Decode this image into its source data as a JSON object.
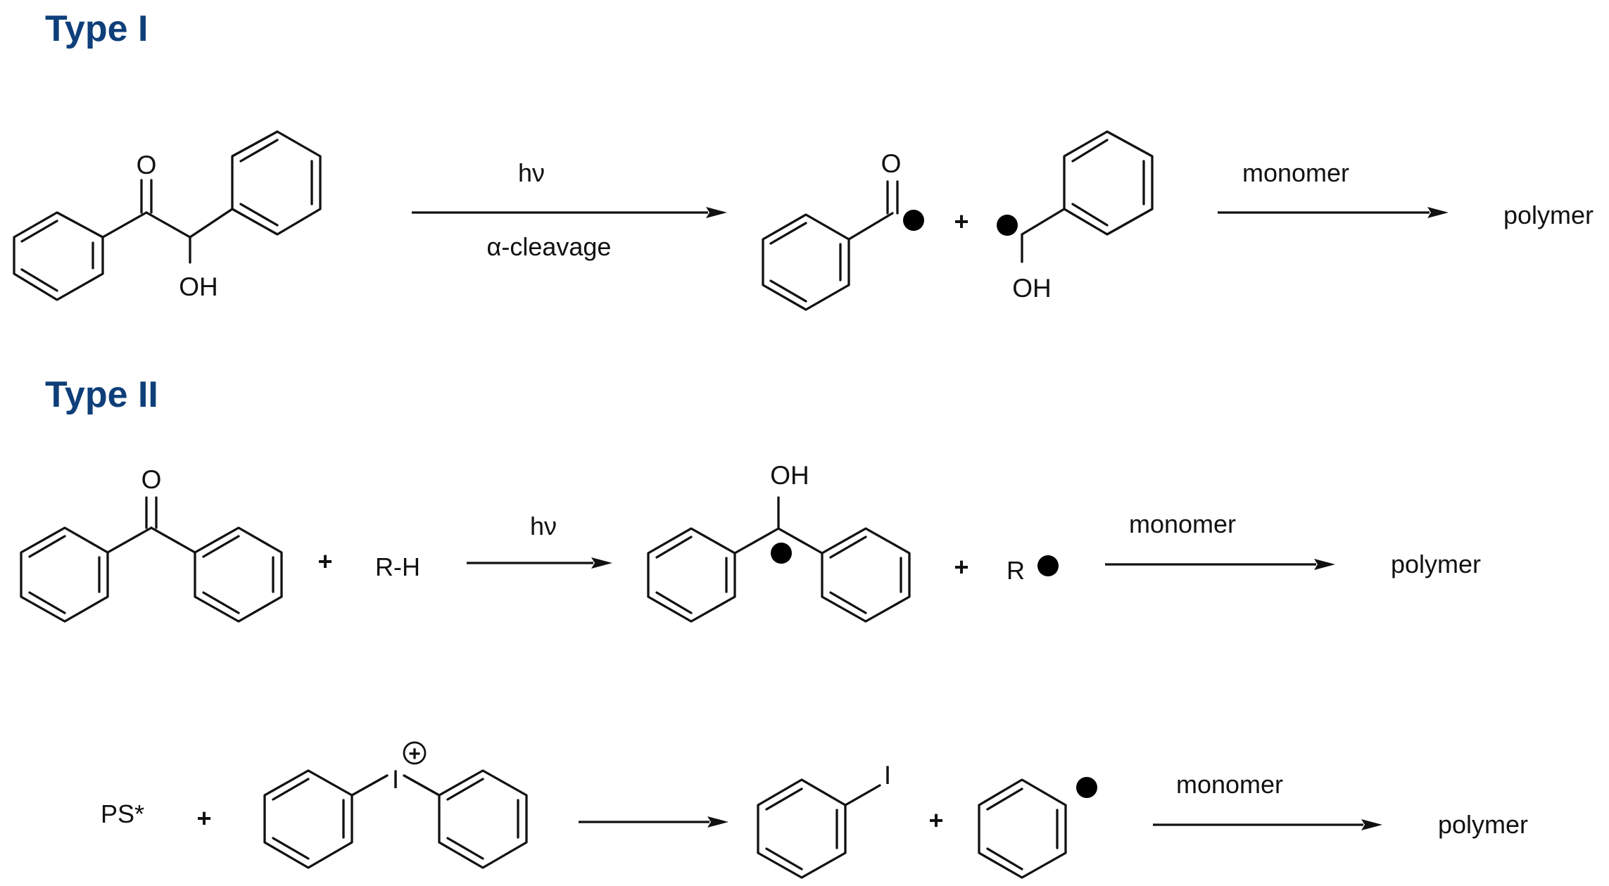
{
  "colors": {
    "heading": "#0f3f7a",
    "ink": "#111111"
  },
  "type1": {
    "heading": "Type I",
    "reactant": {
      "carbonyl_O": "O",
      "hydroxyl": "OH"
    },
    "arrow1": {
      "above": "hν",
      "below": "α-cleavage"
    },
    "product_a": {
      "carbonyl_O": "O"
    },
    "plus": "+",
    "product_b": {
      "hydroxyl": "OH"
    },
    "arrow2": {
      "above": "monomer"
    },
    "result": "polymer"
  },
  "type2": {
    "heading": "Type II",
    "reaction1": {
      "reactant": {
        "carbonyl_O": "O"
      },
      "plus1": "+",
      "donor": "R-H",
      "arrow1": {
        "above": "hν"
      },
      "product_a": {
        "hydroxyl": "OH"
      },
      "plus2": "+",
      "product_b": "R",
      "arrow2": {
        "above": "monomer"
      },
      "result": "polymer"
    },
    "reaction2": {
      "photosensitizer": "PS*",
      "plus1": "+",
      "iodonium": {
        "atom": "I",
        "charge": "+"
      },
      "product_a": {
        "atom": "I"
      },
      "plus2": "+",
      "arrow2": {
        "above": "monomer"
      },
      "result": "polymer"
    }
  }
}
